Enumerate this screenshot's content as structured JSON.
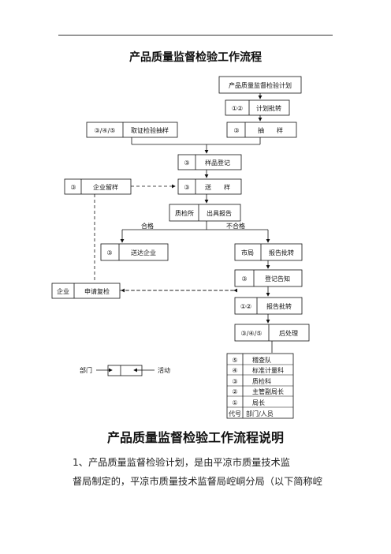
{
  "title": "产品质量监督检验工作流程",
  "flow": {
    "plan": "产品质量监督检验计划",
    "approve_plan": {
      "code": "①②",
      "label": "计划批转"
    },
    "evidence": {
      "code": "③/④/⑤",
      "label": "取证检验抽样"
    },
    "sampling": {
      "code": "③",
      "label": "抽　　样"
    },
    "register": {
      "code": "③",
      "label": "样品登记"
    },
    "retain": {
      "code": "③",
      "label": "企业留样"
    },
    "deliver": {
      "code": "③",
      "label": "送　　样"
    },
    "report": {
      "code": "质检所",
      "label": "出具报告"
    },
    "pass": "合格",
    "fail": "不合格",
    "to_enterprise": {
      "code": "③",
      "label": "送达企业"
    },
    "bureau": {
      "code": "市局",
      "label": "报告批转"
    },
    "notice": {
      "code": "③",
      "label": "登记告知"
    },
    "recheck": {
      "code": "企业",
      "label": "申请复检"
    },
    "report_approve": {
      "code": "①②",
      "label": "报告批转"
    },
    "after": {
      "code": "③/④/⑤",
      "label": "后处理"
    }
  },
  "legend": {
    "dept_label": "部门",
    "activity_label": "活动",
    "rows": [
      {
        "code": "⑤",
        "name": "稽查队"
      },
      {
        "code": "④",
        "name": "标准计量科"
      },
      {
        "code": "③",
        "name": "质检科"
      },
      {
        "code": "②",
        "name": "主管副局长"
      },
      {
        "code": "①",
        "name": "局长"
      },
      {
        "code": "代号",
        "name": "部门/人员"
      }
    ]
  },
  "subtitle": "产品质量监督检验工作流程说明",
  "paragraph": {
    "line1": "1、产品质量监督检验计划，是由平凉市质量技术监",
    "line2": "督局制定的，平凉市质量技术监督局崆峒分局（以下简称崆"
  }
}
